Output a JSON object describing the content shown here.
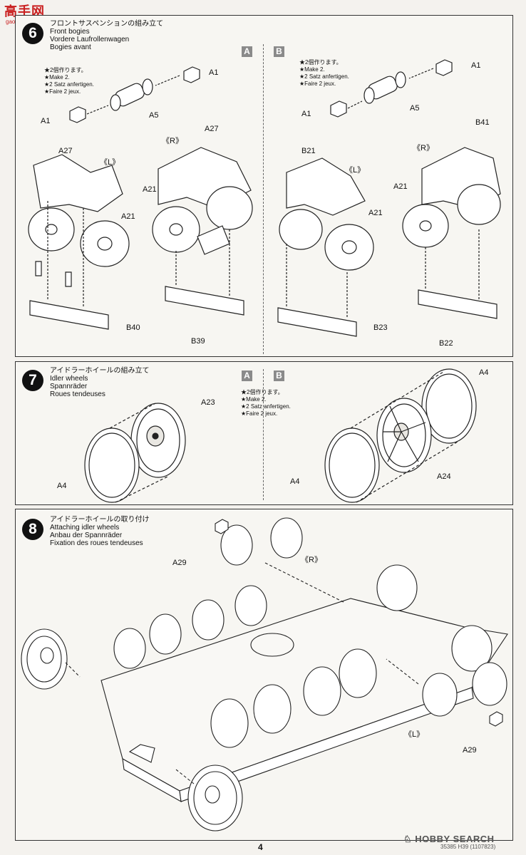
{
  "watermark": {
    "big": "高手网",
    "small": "gao-shou.com"
  },
  "steps": [
    {
      "number": "6",
      "title_jp": "フロントサスペンションの組み立て",
      "title_en": "Front bogies",
      "title_de": "Vordere Laufrollenwagen",
      "title_fr": "Bogies avant"
    },
    {
      "number": "7",
      "title_jp": "アイドラーホイールの組み立て",
      "title_en": "Idler wheels",
      "title_de": "Spannräder",
      "title_fr": "Roues tendeuses"
    },
    {
      "number": "8",
      "title_jp": "アイドラーホイールの取り付け",
      "title_en": "Attaching idler wheels",
      "title_de": "Anbau der Spannräder",
      "title_fr": "Fixation des roues tendeuses"
    }
  ],
  "variants": {
    "a": "A",
    "b": "B"
  },
  "notes": {
    "make2_jp": "★2個作ります。",
    "make2_en": "★Make 2.",
    "make2_de": "★2 Satz anfertigen.",
    "make2_fr": "★Faire 2 jeux."
  },
  "sides": {
    "left": "《L》",
    "right": "《R》"
  },
  "parts": {
    "A1": "A1",
    "A4": "A4",
    "A5": "A5",
    "A21": "A21",
    "A23": "A23",
    "A24": "A24",
    "A27": "A27",
    "A29": "A29",
    "B21": "B21",
    "B22": "B22",
    "B23": "B23",
    "B39": "B39",
    "B40": "B40",
    "B41": "B41"
  },
  "footer": {
    "page": "4",
    "code": "35385 H39 (1107823)",
    "brand": "HOBBY SEARCH"
  }
}
